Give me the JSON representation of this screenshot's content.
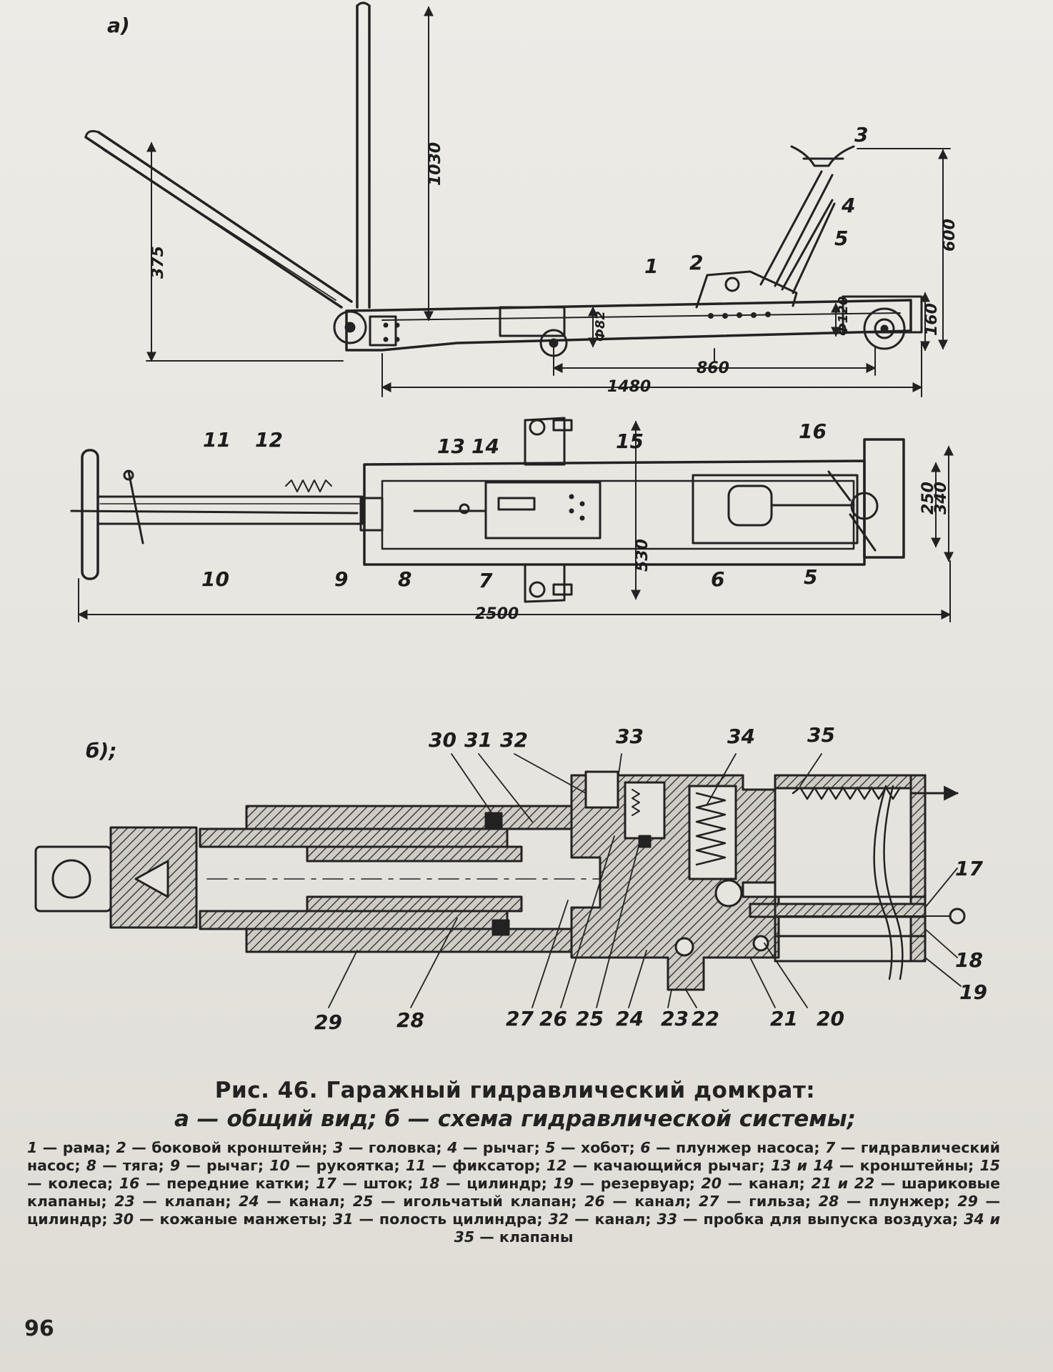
{
  "figure": {
    "label_a": "а)",
    "label_b": "б);",
    "dimensions": {
      "d1030": "1030",
      "d375": "375",
      "d600": "600",
      "d160": "160",
      "d120": "Ф120",
      "d82": "Ф82",
      "d860": "860",
      "d1480": "1480",
      "d250": "250",
      "d340": "340",
      "d530": "530",
      "d2500": "2500"
    },
    "part_numbers_a": [
      "1",
      "2",
      "3",
      "4",
      "5"
    ],
    "part_numbers_plan": [
      "5",
      "6",
      "7",
      "8",
      "9",
      "10",
      "11",
      "12",
      "13",
      "14",
      "15",
      "16"
    ],
    "part_numbers_b": [
      "17",
      "18",
      "19",
      "20",
      "21",
      "22",
      "23",
      "24",
      "25",
      "26",
      "27",
      "28",
      "29",
      "30",
      "31",
      "32",
      "33",
      "34",
      "35"
    ]
  },
  "caption": {
    "title": "Рис. 46. Гаражный гидравлический домкрат:",
    "subtitle": "а — общий вид; б — схема гидравлической системы;"
  },
  "legend": [
    {
      "n": "1",
      "t": "рама;"
    },
    {
      "n": "2",
      "t": "боковой кронштейн;"
    },
    {
      "n": "3",
      "t": "головка;"
    },
    {
      "n": "4",
      "t": "рычаг;"
    },
    {
      "n": "5",
      "t": "хобот;"
    },
    {
      "n": "6",
      "t": "плунжер насоса;"
    },
    {
      "n": "7",
      "t": "гидравлический насос;"
    },
    {
      "n": "8",
      "t": "тяга;"
    },
    {
      "n": "9",
      "t": "рычаг;"
    },
    {
      "n": "10",
      "t": "рукоятка;"
    },
    {
      "n": "11",
      "t": "фиксатор;"
    },
    {
      "n": "12",
      "t": "качающийся рычаг;"
    },
    {
      "n": "13 и 14",
      "t": "кронштейны;"
    },
    {
      "n": "15",
      "t": "колеса;"
    },
    {
      "n": "16",
      "t": "передние катки;"
    },
    {
      "n": "17",
      "t": "шток;"
    },
    {
      "n": "18",
      "t": "цилиндр;"
    },
    {
      "n": "19",
      "t": "резервуар;"
    },
    {
      "n": "20",
      "t": "канал;"
    },
    {
      "n": "21 и 22",
      "t": "шариковые клапаны;"
    },
    {
      "n": "23",
      "t": "клапан;"
    },
    {
      "n": "24",
      "t": "канал;"
    },
    {
      "n": "25",
      "t": "игольчатый клапан;"
    },
    {
      "n": "26",
      "t": "канал;"
    },
    {
      "n": "27",
      "t": "гильза;"
    },
    {
      "n": "28",
      "t": "плунжер;"
    },
    {
      "n": "29",
      "t": "цилиндр;"
    },
    {
      "n": "30",
      "t": "кожаные манжеты;"
    },
    {
      "n": "31",
      "t": "полость цилиндра;"
    },
    {
      "n": "32",
      "t": "канал;"
    },
    {
      "n": "33",
      "t": "пробка для выпуска воздуха;"
    },
    {
      "n": "34 и 35",
      "t": "клапаны"
    }
  ],
  "page_number": "96"
}
